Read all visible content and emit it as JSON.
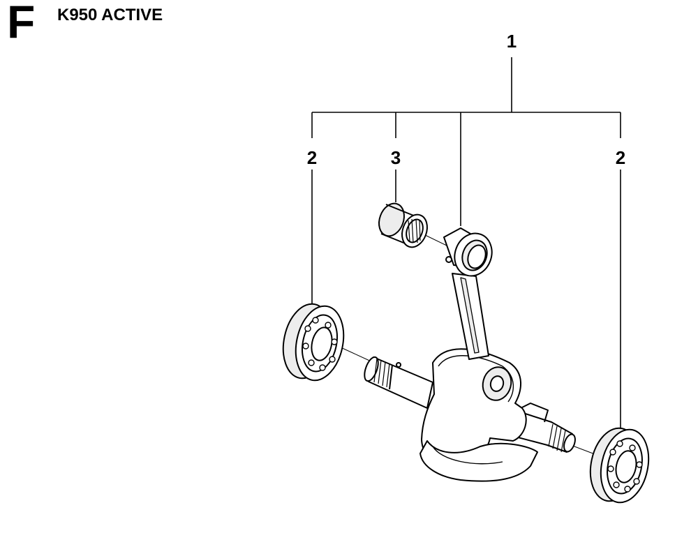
{
  "header": {
    "section_letter": "F",
    "model_title": "K950 ACTIVE"
  },
  "callouts": {
    "crankshaft_assembly": "1",
    "bearing_left": "2",
    "needle_bearing": "3",
    "bearing_right": "2"
  },
  "colors": {
    "ink": "#000000",
    "paper": "#ffffff",
    "fill_light": "#ededed"
  }
}
